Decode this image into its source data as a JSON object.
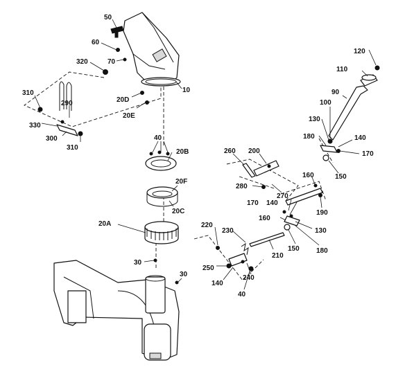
{
  "callouts": [
    {
      "id": "50",
      "text": "50"
    },
    {
      "id": "60",
      "text": "60"
    },
    {
      "id": "70",
      "text": "70"
    },
    {
      "id": "320",
      "text": "320"
    },
    {
      "id": "10",
      "text": "10"
    },
    {
      "id": "20D",
      "text": "20D"
    },
    {
      "id": "20E",
      "text": "20E"
    },
    {
      "id": "310a",
      "text": "310"
    },
    {
      "id": "290",
      "text": "290"
    },
    {
      "id": "330",
      "text": "330"
    },
    {
      "id": "300",
      "text": "300"
    },
    {
      "id": "310b",
      "text": "310"
    },
    {
      "id": "40a",
      "text": "40"
    },
    {
      "id": "20B",
      "text": "20B"
    },
    {
      "id": "20F",
      "text": "20F"
    },
    {
      "id": "20C",
      "text": "20C"
    },
    {
      "id": "20A",
      "text": "20A"
    },
    {
      "id": "30a",
      "text": "30"
    },
    {
      "id": "30b",
      "text": "30"
    },
    {
      "id": "120",
      "text": "120"
    },
    {
      "id": "110",
      "text": "110"
    },
    {
      "id": "90",
      "text": "90"
    },
    {
      "id": "100",
      "text": "100"
    },
    {
      "id": "130a",
      "text": "130"
    },
    {
      "id": "180a",
      "text": "180"
    },
    {
      "id": "140a",
      "text": "140"
    },
    {
      "id": "170a",
      "text": "170"
    },
    {
      "id": "150a",
      "text": "150"
    },
    {
      "id": "260",
      "text": "260"
    },
    {
      "id": "200",
      "text": "200"
    },
    {
      "id": "280",
      "text": "280"
    },
    {
      "id": "270",
      "text": "270"
    },
    {
      "id": "160a",
      "text": "160"
    },
    {
      "id": "190",
      "text": "190"
    },
    {
      "id": "170b",
      "text": "170"
    },
    {
      "id": "140b",
      "text": "140"
    },
    {
      "id": "160b",
      "text": "160"
    },
    {
      "id": "130b",
      "text": "130"
    },
    {
      "id": "150b",
      "text": "150"
    },
    {
      "id": "180b",
      "text": "180"
    },
    {
      "id": "220",
      "text": "220"
    },
    {
      "id": "230",
      "text": "230"
    },
    {
      "id": "210",
      "text": "210"
    },
    {
      "id": "250",
      "text": "250"
    },
    {
      "id": "240",
      "text": "240"
    },
    {
      "id": "140c",
      "text": "140"
    },
    {
      "id": "40b",
      "text": "40"
    }
  ]
}
